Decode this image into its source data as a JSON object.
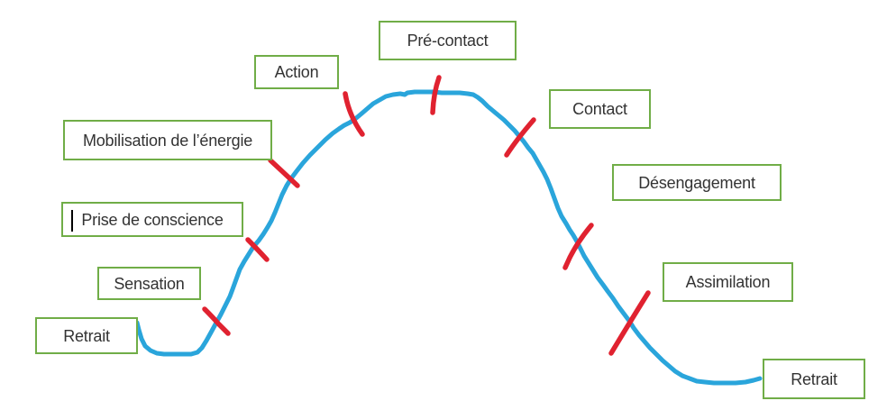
{
  "diagram": {
    "name": "cycle-du-contact",
    "background": "#ffffff",
    "curve_color": "#2aa5db",
    "tick_color": "#e02230",
    "box_border_color": "#70ad47",
    "text_color": "#333333"
  },
  "labels": [
    {
      "id": "retrait-start",
      "text": "Retrait"
    },
    {
      "id": "sensation",
      "text": "Sensation"
    },
    {
      "id": "prise-de-conscience",
      "text": "Prise de conscience",
      "has_text_cursor": true
    },
    {
      "id": "mobilisation",
      "text": "Mobilisation de l’énergie"
    },
    {
      "id": "action",
      "text": "Action"
    },
    {
      "id": "pre-contact",
      "text": "Pré-contact"
    },
    {
      "id": "contact",
      "text": "Contact"
    },
    {
      "id": "desengagement",
      "text": "Désengagement"
    },
    {
      "id": "assimilation",
      "text": "Assimilation"
    },
    {
      "id": "retrait-end",
      "text": "Retrait"
    }
  ]
}
